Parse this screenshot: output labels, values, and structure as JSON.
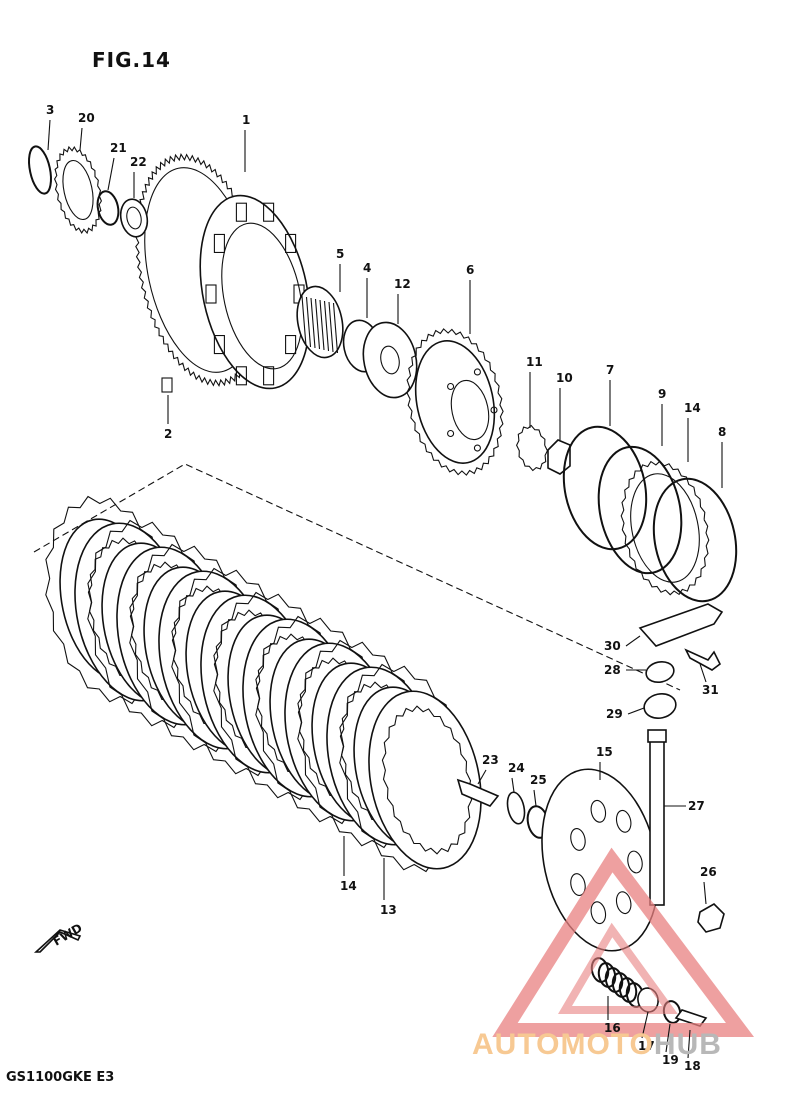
{
  "figure": {
    "title": "FIG.14",
    "model_code": "GS1100GKE  E3"
  },
  "fwd_label": "FWD",
  "watermark": {
    "part_a": "AUTOMOTO",
    "part_b": "HUB",
    "color_a": "#f7c993",
    "color_b": "#b8b8b8",
    "triangle_color": "#e88080"
  },
  "labels": [
    "1",
    "2",
    "3",
    "4",
    "5",
    "6",
    "7",
    "8",
    "9",
    "10",
    "11",
    "12",
    "13",
    "14",
    "14",
    "14",
    "15",
    "16",
    "17",
    "18",
    "19",
    "20",
    "21",
    "22",
    "23",
    "24",
    "25",
    "26",
    "27",
    "28",
    "29",
    "30",
    "31"
  ]
}
